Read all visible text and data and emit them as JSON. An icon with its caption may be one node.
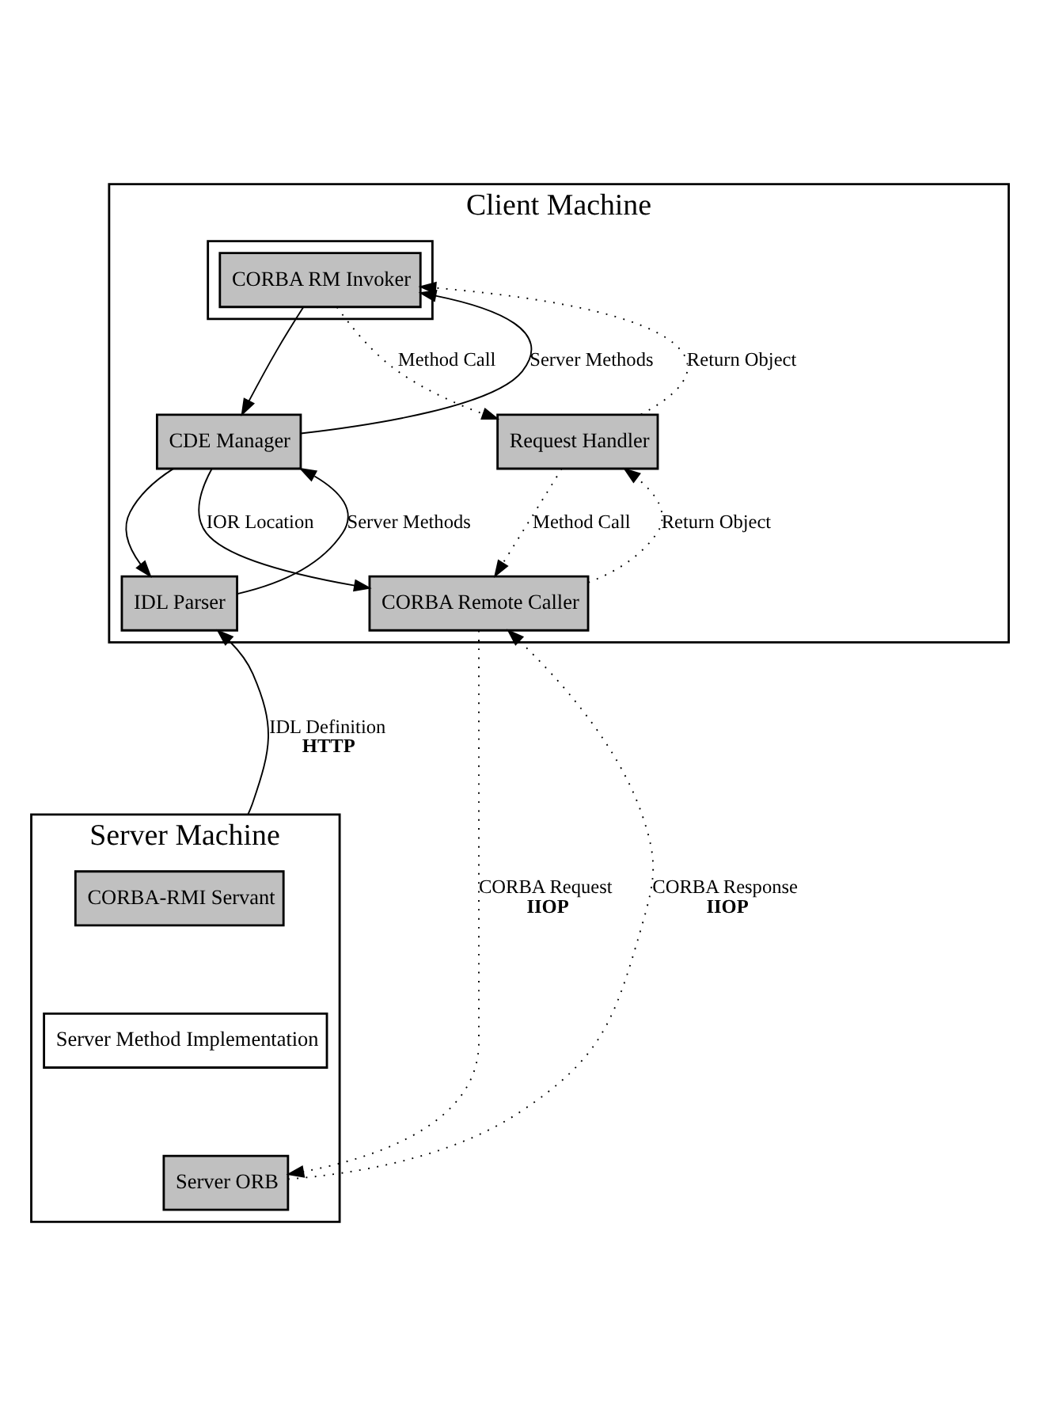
{
  "diagram": {
    "nodes": [
      {
        "text": [
          "Client Machine"
        ]
      },
      {
        "text": [],
        "shape": "box",
        "in": 0
      },
      {
        "text": [
          "CORBA RM Invoker"
        ],
        "in": 1
      },
      {
        "text": [
          "CDE Manager"
        ],
        "in": 0
      },
      {
        "text": [
          "Request Handler"
        ],
        "in": 0
      },
      {
        "text": [
          "IDL Parser"
        ],
        "in": 0
      },
      {
        "text": [
          "CORBA Remote Caller"
        ],
        "in": 0
      },
      {
        "text": [
          "Server Machine"
        ]
      },
      {
        "text": [
          "CORBA-RMI Servant"
        ],
        "in": 7
      },
      {
        "text": [
          "Server Method Implementation"
        ],
        "in": 7
      },
      {
        "text": [
          "Server ORB"
        ],
        "in": 7
      }
    ],
    "edges": [
      {
        "from": 2,
        "to": 3,
        "arrow": "to"
      },
      {
        "from": 3,
        "to": 2,
        "arrow": "to",
        "label": "Server Methods"
      },
      {
        "from": 2,
        "to": 4,
        "arrow": "to",
        "label": "Method Call",
        "style": "dashed"
      },
      {
        "from": 4,
        "to": 2,
        "arrow": "to",
        "label": "Return Object",
        "style": "dashed"
      },
      {
        "from": 3,
        "to": 5,
        "arrow": "to"
      },
      {
        "from": 5,
        "to": 3,
        "arrow": "to",
        "label": "Server Methods"
      },
      {
        "from": 3,
        "to": 6,
        "arrow": "to",
        "label": "IOR Location"
      },
      {
        "from": 4,
        "to": 6,
        "arrow": "to",
        "label": "Method Call",
        "style": "dashed"
      },
      {
        "from": 6,
        "to": 4,
        "arrow": "to",
        "label": "Return Object",
        "style": "dashed"
      },
      {
        "from": 7,
        "to": 5,
        "arrow": "to",
        "label": "IDL Definition **HTTP**"
      },
      {
        "from": 6,
        "to": 10,
        "arrow": "to",
        "label": "CORBA Request **IIOP**",
        "style": "dashed"
      },
      {
        "from": 10,
        "to": 6,
        "arrow": "to",
        "label": "CORBA Response **IIOP**",
        "style": "dashed"
      }
    ]
  }
}
